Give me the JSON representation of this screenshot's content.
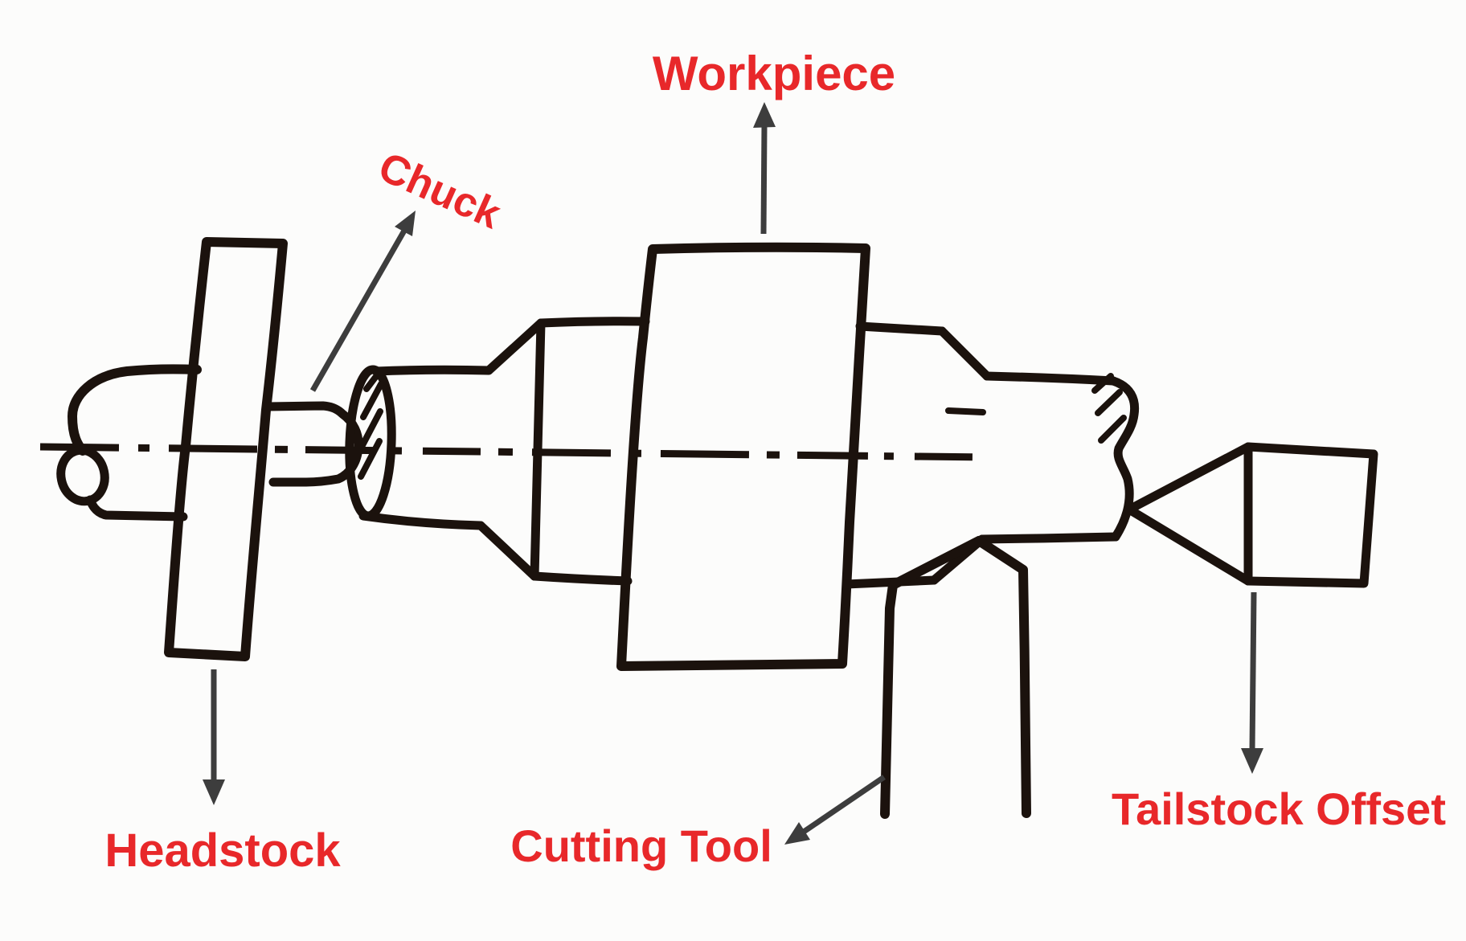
{
  "diagram": {
    "subject": "Lathe taper turning setup with offset tailstock (hand sketch)",
    "labels": {
      "workpiece": "Workpiece",
      "chuck": "Chuck",
      "headstock": "Headstock",
      "cutting_tool": "Cutting Tool",
      "tailstock_offset": "Tailstock Offset"
    },
    "colors": {
      "background": "#fcfcfb",
      "sketch": "#1b120d",
      "label": "#e8282a",
      "arrow": "#3d3d3d"
    },
    "annotations": [
      {
        "label": "Workpiece",
        "arrow_direction": "up",
        "points_from": "stepped shaft center section"
      },
      {
        "label": "Chuck",
        "arrow_direction": "up-right",
        "points_from": "chuck nose at headstock spindle"
      },
      {
        "label": "Headstock",
        "arrow_direction": "down",
        "points_from": "headstock faceplate"
      },
      {
        "label": "Cutting Tool",
        "arrow_direction": "down-left",
        "points_from": "tool bit under workpiece"
      },
      {
        "label": "Tailstock Offset",
        "arrow_direction": "down",
        "points_from": "offset tailstock dead center"
      }
    ]
  }
}
